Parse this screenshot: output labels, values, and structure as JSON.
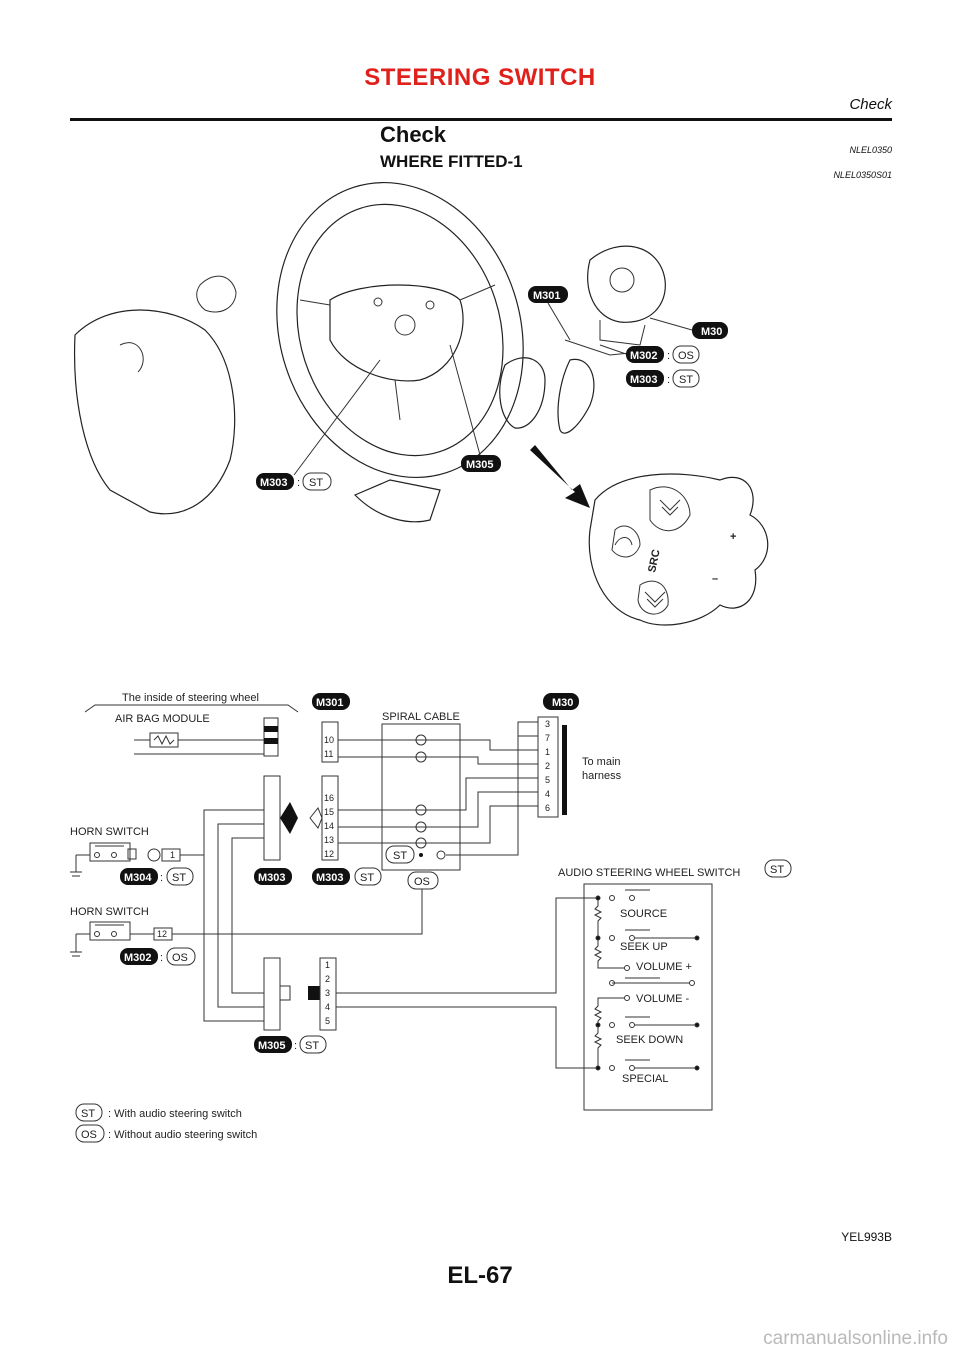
{
  "header": {
    "title": "STEERING SWITCH",
    "subtitle": "Check"
  },
  "section": {
    "title": "Check",
    "code": "NLEL0350"
  },
  "subsection": {
    "title": "WHERE FITTED-1",
    "code": "NLEL0350S01"
  },
  "illustration": {
    "labels": {
      "m301": "M301",
      "m30": "M30",
      "m302": "M302",
      "m303": "M303",
      "m305": "M305",
      "os": "OS",
      "st": "ST",
      "src": "SRC",
      "plus": "+",
      "minus": "–"
    }
  },
  "schematic": {
    "inside_label": "The inside of steering wheel",
    "air_bag_module": "AIR BAG MODULE",
    "spiral_cable": "SPIRAL CABLE",
    "to_main_harness_1": "To main",
    "to_main_harness_2": "harness",
    "horn_switch": "HORN SWITCH",
    "audio_switch_title": "AUDIO STEERING WHEEL SWITCH",
    "connectors": {
      "m301": "M301",
      "m30": "M30",
      "m303": "M303",
      "m304": "M304",
      "m302": "M302",
      "m305": "M305"
    },
    "tags": {
      "st": "ST",
      "os": "OS"
    },
    "m301_pins": [
      "10",
      "11",
      "16",
      "15",
      "14",
      "13",
      "12"
    ],
    "m30_pins": [
      "3",
      "7",
      "1",
      "2",
      "5",
      "4",
      "6"
    ],
    "m305_pins": [
      "1",
      "2",
      "3",
      "4",
      "5"
    ],
    "m304_pin": "1",
    "m302_pin": "12",
    "switches": [
      "SOURCE",
      "SEEK UP",
      "VOLUME +",
      "VOLUME -",
      "SEEK DOWN",
      "SPECIAL"
    ],
    "legend": [
      {
        "tag": "ST",
        "text": ": With audio steering switch"
      },
      {
        "tag": "OS",
        "text": ": Without audio steering switch"
      }
    ]
  },
  "figure_code": "YEL993B",
  "page_number": "EL-67",
  "watermark": "carmanualsonline.info"
}
